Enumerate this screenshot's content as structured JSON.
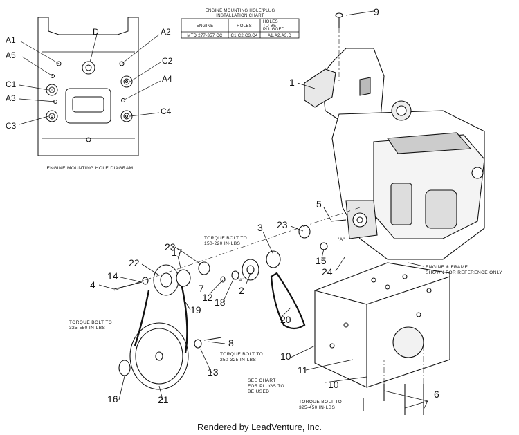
{
  "chart_title": {
    "line1": "ENGINE MOUNTING HOLE/PLUG",
    "line2": "INSTALLATION CHART"
  },
  "table": {
    "headers": [
      "ENGINE",
      "HOLES",
      "HOLES",
      "TO BE",
      "PLUGGED"
    ],
    "row": [
      "MTD 277-357 CC",
      "C1,C2,C3,C4",
      "A1,A2,A3,D"
    ]
  },
  "hole_diagram": {
    "caption": "ENGINE MOUNTING HOLE DIAGRAM",
    "labels": [
      "A1",
      "A5",
      "C1",
      "A3",
      "C3",
      "D",
      "A2",
      "C2",
      "A4",
      "C4"
    ]
  },
  "callouts": [
    "1",
    "2",
    "3",
    "4",
    "5",
    "6",
    "7",
    "8",
    "9",
    "10",
    "10",
    "11",
    "12",
    "13",
    "14",
    "15",
    "16",
    "17",
    "18",
    "19",
    "20",
    "21",
    "22",
    "23",
    "23",
    "24"
  ],
  "notes": {
    "torque_150": [
      "TORQUE BOLT TO",
      "150-220 IN-LBS"
    ],
    "torque_325_550": [
      "TORQUE BOLT TO",
      "325-550 IN-LBS"
    ],
    "torque_250": [
      "TORQUE BOLT TO",
      "250-325 IN-LBS"
    ],
    "torque_325_450": [
      "TORQUE BOLT TO",
      "325-450 IN-LBS"
    ],
    "see_chart": [
      "SEE CHART",
      "FOR PLUGS TO",
      "BE USED"
    ],
    "engine_frame": [
      "ENGINE & FRAME",
      "SHOWN FOR REFERENCE ONLY"
    ],
    "a_marks": [
      "\"A\"",
      "\"A\""
    ]
  },
  "footer": "Rendered by LeadVenture, Inc."
}
